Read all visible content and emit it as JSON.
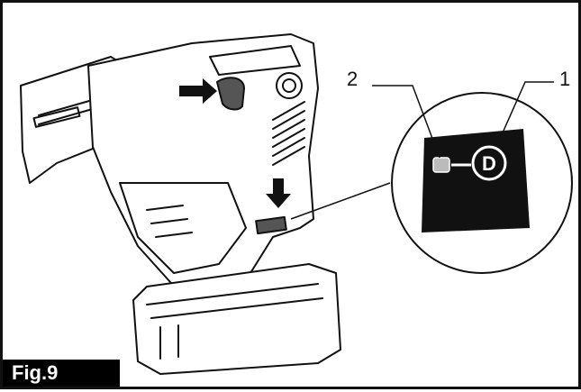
{
  "figure": {
    "label": "Fig.9",
    "callouts": [
      {
        "id": "1",
        "text": "1"
      },
      {
        "id": "2",
        "text": "2"
      }
    ],
    "inset_symbol": "D"
  }
}
